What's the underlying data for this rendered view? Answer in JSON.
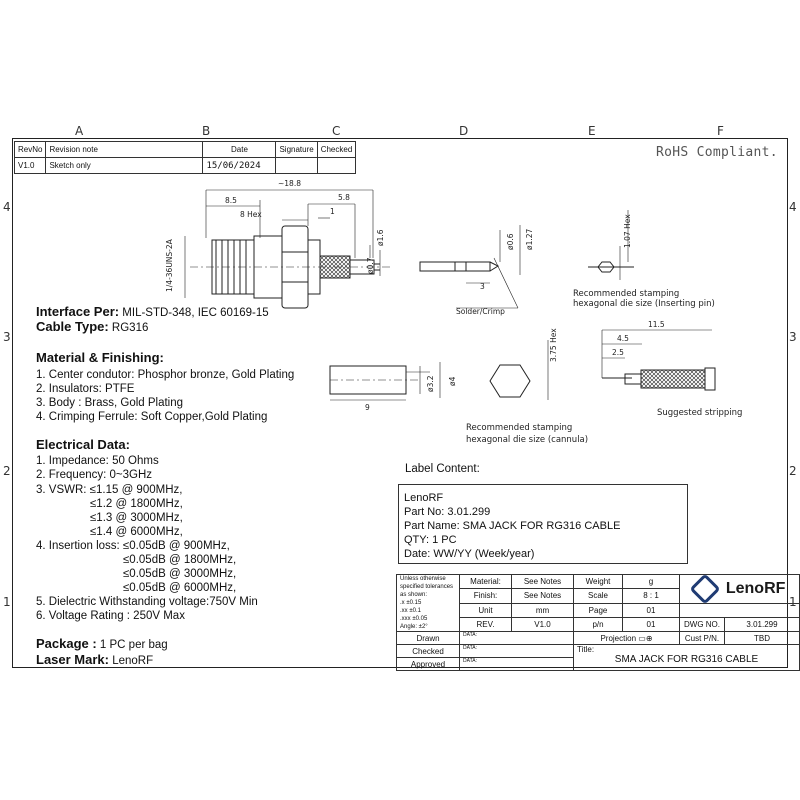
{
  "zones": {
    "columns": [
      "A",
      "B",
      "C",
      "D",
      "E",
      "F"
    ],
    "rows": [
      "4",
      "3",
      "2",
      "1"
    ]
  },
  "revision_table": {
    "headers": [
      "RevNo",
      "Revision note",
      "Date",
      "Signature",
      "Checked"
    ],
    "row": [
      "V1.0",
      "Sketch only",
      "15/06/2024",
      "",
      ""
    ]
  },
  "rohs": "RoHS Compliant.",
  "drawing_labels": {
    "overall_length": "~18.8",
    "d85": "8.5",
    "hex8": "8 Hex",
    "d58": "5.8",
    "d1": "1",
    "thread": "1/4-36UNS-2A",
    "dia16": "ø1.6",
    "dia07": "ø0.7",
    "dia06": "ø0.6",
    "dia127": "ø1.27",
    "d3": "3",
    "solder": "Solder/Crimp",
    "hex107": "1.07 Hex",
    "pin_note1": "Recommended stamping",
    "pin_note2": "hexagonal die size (Inserting pin)",
    "dia32": "ø3.2",
    "dia4": "ø4",
    "d9": "9",
    "hex375": "3.75 Hex",
    "cannula_note1": "Recommended stamping",
    "cannula_note2": "hexagonal die size (cannula)",
    "d115": "11.5",
    "d45": "4.5",
    "d25": "2.5",
    "strip_note": "Suggested stripping"
  },
  "spec": {
    "interface_label": "Interface Per:",
    "interface_value": "MIL-STD-348, IEC 60169-15",
    "cable_label": "Cable Type:",
    "cable_value": "RG316",
    "material_title": "Material & Finishing:",
    "materials": [
      "1. Center condutor: Phosphor bronze, Gold Plating",
      "2. Insulators: PTFE",
      "3. Body : Brass, Gold Plating",
      "4. Crimping Ferrule: Soft Copper,Gold Plating"
    ],
    "electrical_title": "Electrical Data:",
    "electrical": [
      "1. Impedance: 50 Ohms",
      "2. Frequency: 0~3GHz",
      "3. VSWR: ≤1.15 @ 900MHz,",
      "≤1.2 @ 1800MHz,",
      "≤1.3 @ 3000MHz,",
      "≤1.4 @ 6000MHz,",
      "4. Insertion loss: ≤0.05dB @ 900MHz,",
      "≤0.05dB @ 1800MHz,",
      "≤0.05dB @ 3000MHz,",
      "≤0.05dB @ 6000MHz,",
      "5. Dielectric Withstanding voltage:750V Min",
      "6. Voltage Rating : 250V Max"
    ],
    "package_label": "Package :",
    "package_value": "1 PC per bag",
    "laser_label": "Laser Mark:",
    "laser_value": "LenoRF"
  },
  "label_content": {
    "title": "Label Content:",
    "lines": [
      "LenoRF",
      "Part No: 3.01.299",
      "Part Name: SMA JACK FOR RG316 CABLE",
      "QTY: 1 PC",
      "Date: WW/YY  (Week/year)"
    ]
  },
  "title_block": {
    "tolerance_note": "Unless otherwise specified tolerances as shown:",
    "tol": [
      ".x  ±0.15",
      ".xx  ±0.1",
      ".xxx  ±0.05",
      "Angle:  ±2°"
    ],
    "material_label": "Material:",
    "material_value": "See Notes",
    "finish_label": "Finish:",
    "finish_value": "See Notes",
    "unit_label": "Unit",
    "unit_value": "mm",
    "rev_label": "REV.",
    "rev_value": "V1.0",
    "weight_label": "Weight",
    "weight_value": "g",
    "scale_label": "Scale",
    "scale_value": "8 : 1",
    "page_label": "Page",
    "page_value": "01",
    "pn_label": "p/n",
    "pn_value": "01",
    "brand": "LenoRF",
    "dwg_label": "DWG NO.",
    "dwg_value": "3.01.299",
    "projection_label": "Projection",
    "cust_label": "Cust P/N.",
    "cust_value": "TBD",
    "drawn": "Drawn",
    "checked": "Checked",
    "approved": "Approved",
    "date_label": "DATA:",
    "title_label": "Title:",
    "title_value": "SMA JACK FOR RG316 CABLE"
  }
}
